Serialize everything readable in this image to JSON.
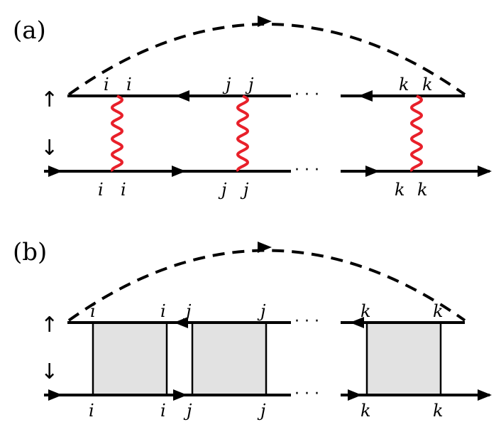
{
  "colors": {
    "interaction": "#e8202a",
    "box_fill": "#e2e2e2",
    "line": "#000000"
  },
  "panels": [
    {
      "label": "(a)",
      "spin_up": "↑",
      "spin_down": "↓",
      "vertex_type": "wavy-interaction",
      "top_indices": [
        "i",
        "i",
        "j",
        "j",
        "k",
        "k"
      ],
      "bottom_indices": [
        "i",
        "i",
        "j",
        "j",
        "k",
        "k"
      ],
      "ellipsis": "· · ·"
    },
    {
      "label": "(b)",
      "spin_up": "↑",
      "spin_down": "↓",
      "vertex_type": "box-vertex",
      "top_indices": [
        "i",
        "i",
        "j",
        "j",
        "k",
        "k"
      ],
      "bottom_indices": [
        "i",
        "i",
        "j",
        "j",
        "k",
        "k"
      ],
      "ellipsis": "· · ·"
    }
  ]
}
